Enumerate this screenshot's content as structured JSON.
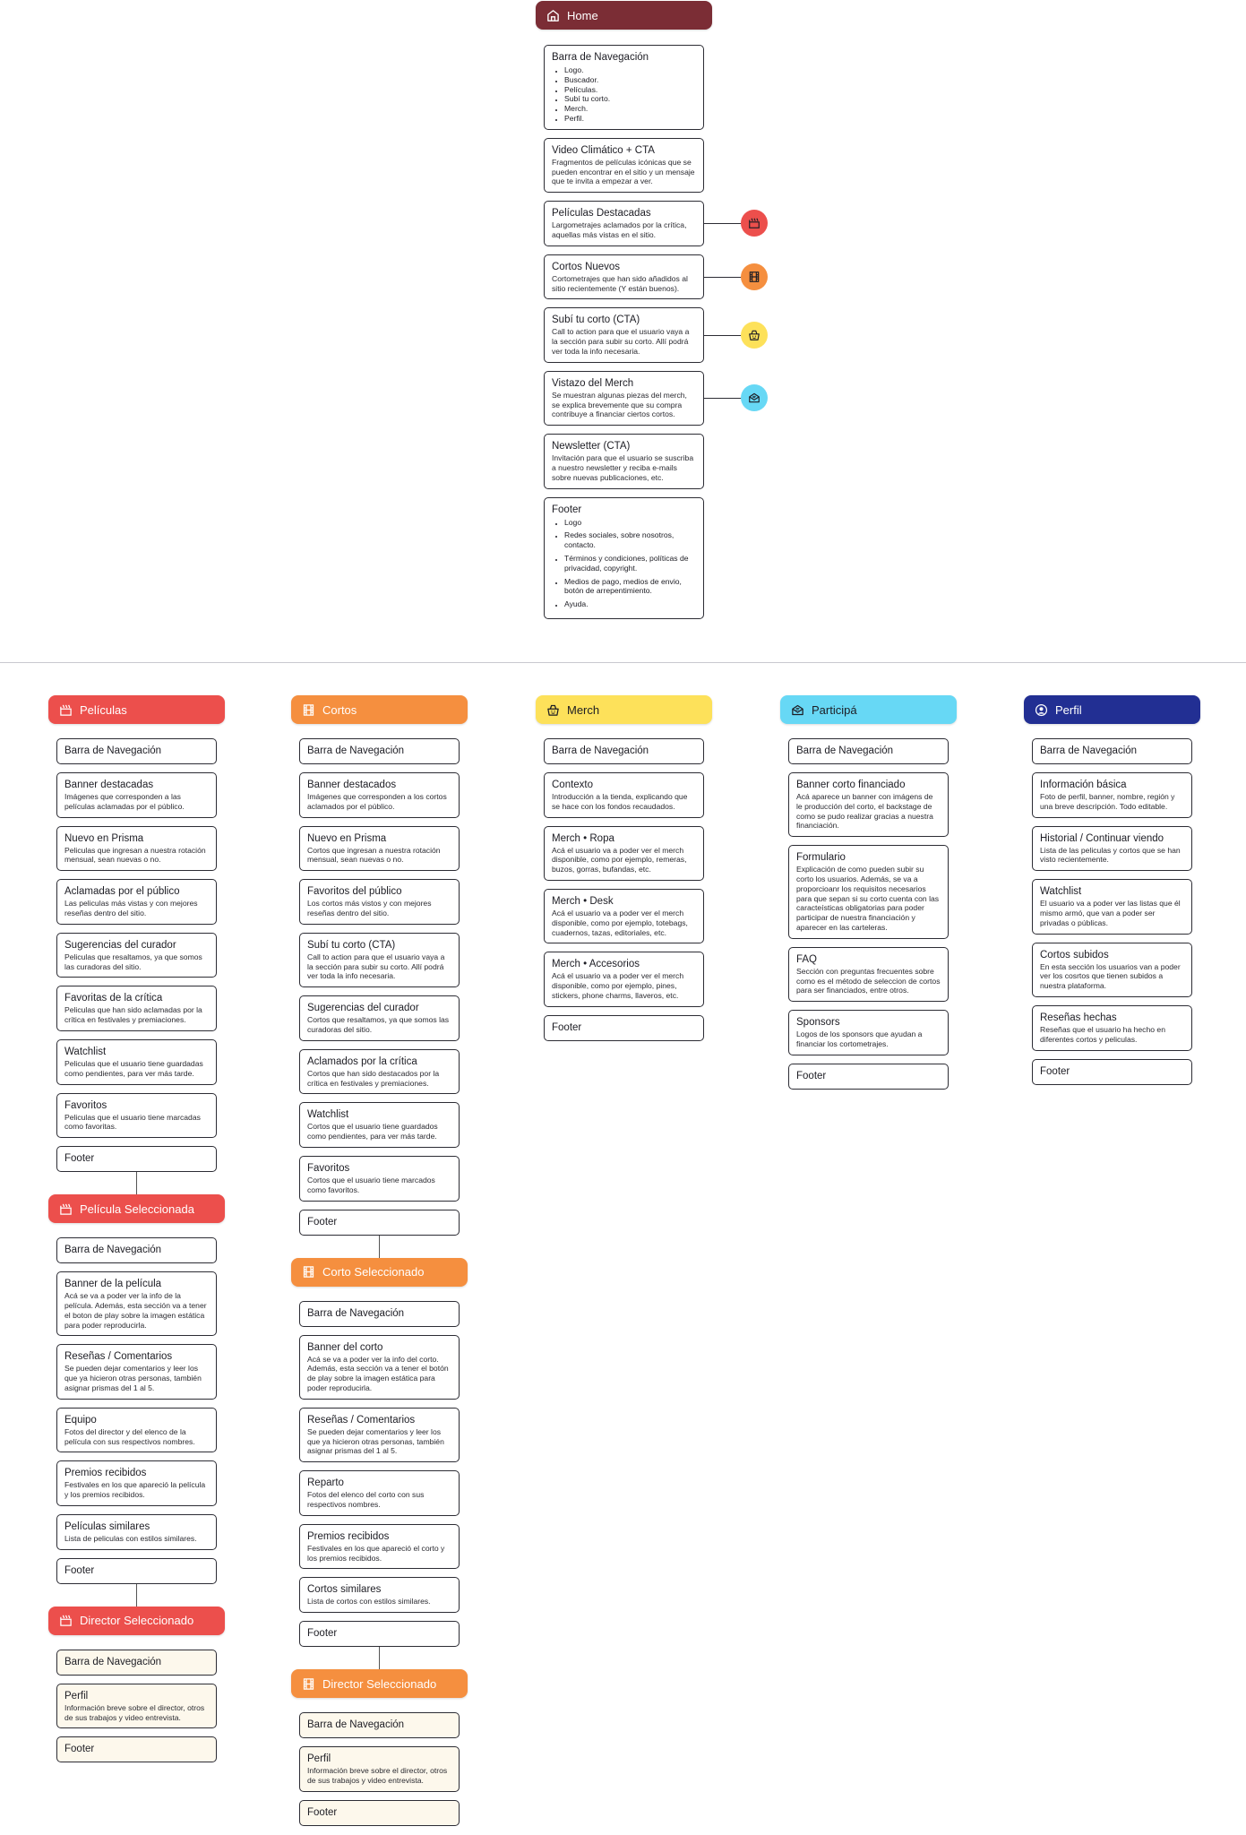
{
  "home": {
    "title": "Home",
    "icon": "home-icon",
    "color": "#7b2d35",
    "sections": [
      {
        "title": "Barra de Navegación",
        "bullets": [
          "Logo.",
          "Buscador.",
          "Películas.",
          "Subí tu corto.",
          "Merch.",
          "Perfil."
        ]
      },
      {
        "title": "Video Climático + CTA",
        "desc": "Fragmentos de películas icónicas que se pueden encontrar en el sitio y un mensaje que te invita a empezar a ver."
      },
      {
        "title": "Películas Destacadas",
        "desc": "Largometrajes aclamados por la crítica, aquellas más vistas en el sitio.",
        "link_icon": "clapperboard-icon",
        "link_color": "#ec4f4c"
      },
      {
        "title": "Cortos Nuevos",
        "desc": "Cortometrajes que han sido añadidos al sitio recientemente (Y están buenos).",
        "link_icon": "film-icon",
        "link_color": "#f58f3f"
      },
      {
        "title": "Subí tu corto (CTA)",
        "desc": "Call to action para que el usuario vaya a la sección para subir su corto. Allí podrá ver toda la info necesaria.",
        "link_icon": "basket-icon",
        "link_color": "#fde15a"
      },
      {
        "title": "Vistazo del Merch",
        "desc": "Se muestran algunas piezas del merch, se explica brevemente que su compra contribuye a financiar ciertos cortos.",
        "link_icon": "envelope-icon",
        "link_color": "#67d8f5"
      },
      {
        "title": "Newsletter (CTA)",
        "desc": "Invitación para que el usuario se suscriba a nuestro newsletter y reciba e-mails sobre nuevas publicaciones, etc."
      },
      {
        "title": "Footer",
        "bullets": [
          "Logo",
          "Redes sociales, sobre nosotros, contacto.",
          "Términos y condiciones, políticas de privacidad, copyright.",
          "Medios de pago, medios de envio, botón de arrepentimiento.",
          "Ayuda."
        ]
      }
    ]
  },
  "columns": [
    {
      "color": "#ec4f4c",
      "text_color": "#ffffff",
      "icon": "clapperboard-icon",
      "pages": [
        {
          "title": "Películas",
          "sections": [
            {
              "title": "Barra de Navegación"
            },
            {
              "title": "Banner destacadas",
              "desc": "Imágenes que corresponden a las películas aclamadas por el público."
            },
            {
              "title": "Nuevo en Prisma",
              "desc": "Peliculas que ingresan a nuestra rotación mensual, sean nuevas o no."
            },
            {
              "title": "Aclamadas por el público",
              "desc": "Las peliculas más vistas y con mejores reseñas dentro del sitio."
            },
            {
              "title": "Sugerencias del curador",
              "desc": "Peliculas que resaltamos, ya que somos las curadoras del sitio."
            },
            {
              "title": "Favoritas de la crítica",
              "desc": "Peliculas que han sido aclamadas por la crítica en festivales y premiaciones."
            },
            {
              "title": "Watchlist",
              "desc": "Peliculas que el usuario tiene guardadas como pendientes, para ver más tarde."
            },
            {
              "title": "Favoritos",
              "desc": "Peliculas que el usuario tiene marcadas como favoritas."
            },
            {
              "title": "Footer"
            }
          ]
        },
        {
          "title": "Película Seleccionada",
          "sections": [
            {
              "title": "Barra de Navegación"
            },
            {
              "title": "Banner de la película",
              "desc": "Acá se va a poder ver la info de la película. Además, esta sección va a tener el boton de play sobre la imagen estática para poder reproducirla."
            },
            {
              "title": "Reseñas / Comentarios",
              "desc": "Se pueden dejar comentarios y leer los que ya hicieron otras personas, también asignar prismas del 1 al 5."
            },
            {
              "title": "Equipo",
              "desc": "Fotos del director y del elenco de la película con sus respectivos nombres."
            },
            {
              "title": "Premios recibidos",
              "desc": "Festivales en los que apareció la película y los premios recibidos."
            },
            {
              "title": "Películas similares",
              "desc": "Lista de peliculas con estilos similares."
            },
            {
              "title": "Footer"
            }
          ]
        },
        {
          "title": "Director Seleccionado",
          "cream": true,
          "sections": [
            {
              "title": "Barra de Navegación"
            },
            {
              "title": "Perfil",
              "desc": "Información breve sobre el director, otros de sus trabajos y video entrevista."
            },
            {
              "title": "Footer"
            }
          ]
        }
      ]
    },
    {
      "color": "#f58f3f",
      "text_color": "#ffffff",
      "icon": "film-icon",
      "pages": [
        {
          "title": "Cortos",
          "sections": [
            {
              "title": "Barra de Navegación"
            },
            {
              "title": "Banner destacados",
              "desc": "Imágenes que corresponden a los cortos aclamados por el público."
            },
            {
              "title": "Nuevo en Prisma",
              "desc": "Cortos que ingresan a nuestra rotación mensual, sean nuevas o no."
            },
            {
              "title": "Favoritos del público",
              "desc": "Los cortos más vistos y con mejores reseñas dentro del sitio."
            },
            {
              "title": "Subí tu corto (CTA)",
              "desc": "Call to action para que el usuario vaya a la sección para subir su corto. Allí podrá ver toda la info necesaria."
            },
            {
              "title": "Sugerencias del curador",
              "desc": "Cortos que resaltamos, ya que somos las curadoras del sitio."
            },
            {
              "title": "Aclamados por la crítica",
              "desc": "Cortos que han sido destacados por la crítica en festivales y premiaciones."
            },
            {
              "title": "Watchlist",
              "desc": "Cortos que el usuario tiene guardados como pendientes, para ver más tarde."
            },
            {
              "title": "Favoritos",
              "desc": "Cortos que el usuario tiene marcados como favoritos."
            },
            {
              "title": "Footer"
            }
          ]
        },
        {
          "title": "Corto Seleccionado",
          "sections": [
            {
              "title": "Barra de Navegación"
            },
            {
              "title": "Banner del corto",
              "desc": "Acá se va a poder ver la info del corto. Además, esta sección va a tener el botón de play sobre la imagen estática para poder reproducirla."
            },
            {
              "title": "Reseñas / Comentarios",
              "desc": "Se pueden dejar comentarios y leer los que ya hicieron otras personas, también asignar prismas del 1 al 5."
            },
            {
              "title": "Reparto",
              "desc": "Fotos del elenco del corto con sus respectivos nombres."
            },
            {
              "title": "Premios recibidos",
              "desc": "Festivales en los que apareció el corto y los premios recibidos."
            },
            {
              "title": "Cortos similares",
              "desc": "Lista de cortos con estilos similares."
            },
            {
              "title": "Footer"
            }
          ]
        },
        {
          "title": "Director Seleccionado",
          "cream": true,
          "sections": [
            {
              "title": "Barra de Navegación"
            },
            {
              "title": "Perfil",
              "desc": "Información breve sobre el director, otros de sus trabajos y video entrevista."
            },
            {
              "title": "Footer"
            }
          ]
        }
      ]
    },
    {
      "color": "#fde15a",
      "text_color": "#1d1d24",
      "icon": "basket-icon",
      "pages": [
        {
          "title": "Merch",
          "sections": [
            {
              "title": "Barra de Navegación"
            },
            {
              "title": "Contexto",
              "desc": "Introducción a la tienda, explicando que se hace con los fondos recaudados."
            },
            {
              "title": "Merch • Ropa",
              "desc": "Acá el usuario va a poder ver el merch disponible, como por ejemplo, remeras, buzos, gorras, bufandas, etc."
            },
            {
              "title": "Merch • Desk",
              "desc": "Acá el usuario va a poder ver el merch disponible, como por ejemplo, totebags, cuadernos, tazas, editoriales, etc."
            },
            {
              "title": "Merch • Accesorios",
              "desc": "Acá el usuario va a poder ver el merch disponible, como por ejemplo, pines, stickers, phone charms, llaveros, etc."
            },
            {
              "title": "Footer"
            }
          ]
        }
      ]
    },
    {
      "color": "#67d8f5",
      "text_color": "#1d1d24",
      "icon": "envelope-icon",
      "pages": [
        {
          "title": "Participá",
          "sections": [
            {
              "title": "Barra de Navegación"
            },
            {
              "title": "Banner corto financiado",
              "desc": "Acá aparece un banner con imágens de le producción del corto, el backstage de como se pudo realizar gracias a nuestra financiación."
            },
            {
              "title": "Formulario",
              "desc": "Explicación de como pueden subir su corto los usuarios. Además, se va a proporcioanr los requisitos necesarios para que sepan si su corto cuenta con las caracteísticas obligatorias para poder participar de nuestra financiación y aparecer en las carteleras."
            },
            {
              "title": "FAQ",
              "desc": "Sección con preguntas frecuentes sobre como es el método de seleccion de cortos para ser financiados, entre otros."
            },
            {
              "title": "Sponsors",
              "desc": "Logos de los sponsors que ayudan a financiar los cortometrajes."
            },
            {
              "title": "Footer"
            }
          ]
        }
      ]
    },
    {
      "color": "#222f93",
      "text_color": "#ffffff",
      "icon": "user-icon",
      "pages": [
        {
          "title": "Perfil",
          "sections": [
            {
              "title": "Barra de Navegación"
            },
            {
              "title": "Información básica",
              "desc": "Foto de perfil, banner, nombre, región y una breve descripción. Todo editable."
            },
            {
              "title": "Historial / Continuar viendo",
              "desc": "Lista de las peliculas y cortos que se han visto recientemente."
            },
            {
              "title": "Watchlist",
              "desc": "El usuario va a poder ver las listas que él mismo armó, que van a poder ser privadas o públicas."
            },
            {
              "title": "Cortos subidos",
              "desc": "En esta sección los usuarios van a poder ver los cosrtos que tienen subidos a nuestra plataforma."
            },
            {
              "title": "Reseñas hechas",
              "desc": "Reseñas que el usuario ha hecho en diferentes cortos y peliculas."
            },
            {
              "title": "Footer"
            }
          ]
        }
      ]
    }
  ]
}
